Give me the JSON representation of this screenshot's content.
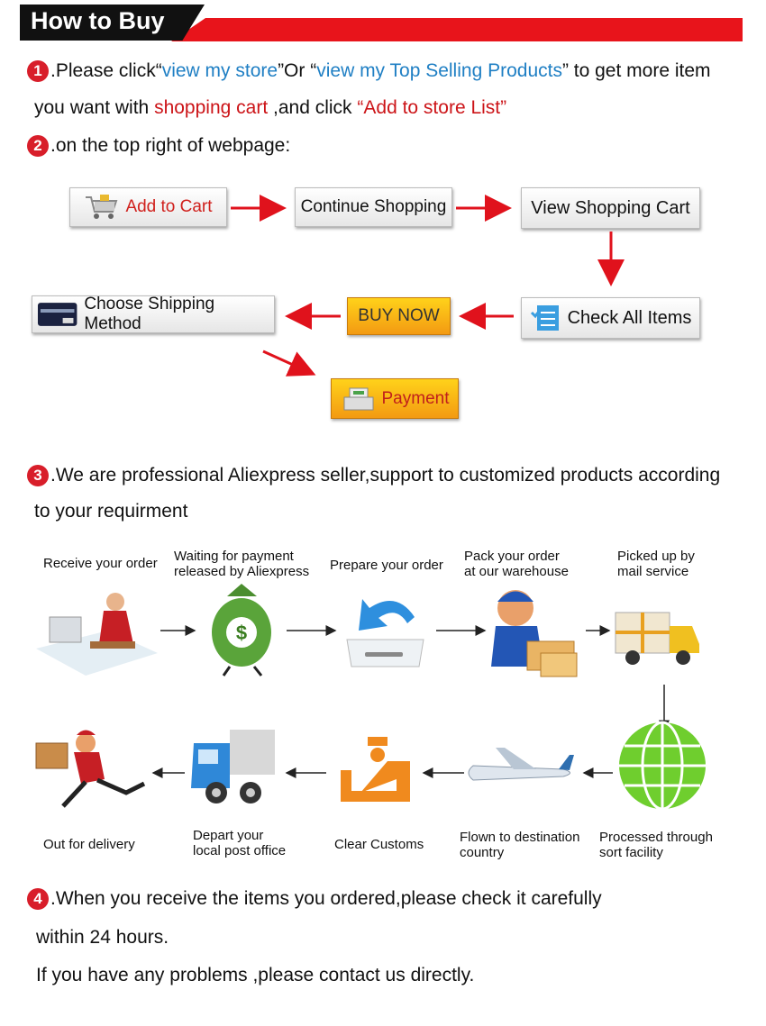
{
  "header": {
    "title": "How to Buy"
  },
  "step1": {
    "num": "1",
    "t1": ".Please click“",
    "link1": "view my store",
    "t2": "”Or “",
    "link2": "view my Top Selling Products",
    "t3": "” to get more item",
    "t4": "you want with ",
    "red1": "shopping cart",
    "t5": " ,and click ",
    "red2": "“Add to store List”"
  },
  "step2": {
    "num": "2",
    "text": ".on the top right of webpage:"
  },
  "buttons": {
    "add_to_cart": "Add to Cart",
    "continue_shopping": "Continue Shopping",
    "view_cart": "View Shopping Cart",
    "check_items": "Check All Items",
    "buy_now": "BUY NOW",
    "shipping": "Choose Shipping Method",
    "payment": "Payment"
  },
  "step3": {
    "num": "3",
    "line1": ".We are professional Aliexpress seller,support to customized products according",
    "line2": "to your requirment"
  },
  "flow": {
    "receive": "Receive your order",
    "waiting1": "Waiting for payment",
    "waiting2": "released by Aliexpress",
    "prepare": "Prepare your order",
    "pack1": "Pack your order",
    "pack2": "at our warehouse",
    "picked1": "Picked up by",
    "picked2": "mail service",
    "out": "Out for delivery",
    "depart1": "Depart your",
    "depart2": "local post office",
    "customs": "Clear Customs",
    "flown1": "Flown to destination",
    "flown2": "country",
    "processed1": "Processed through",
    "processed2": "sort facility"
  },
  "step4": {
    "num": "4",
    "line1": ".When you receive the items you ordered,please check it carefully",
    "line2": "within 24 hours.",
    "line3": "If you have any problems ,please contact us directly."
  },
  "colors": {
    "red": "#e8141b",
    "link_blue": "#1f7fc4",
    "badge_red": "#d81e2a",
    "orange": "#f39a12"
  }
}
